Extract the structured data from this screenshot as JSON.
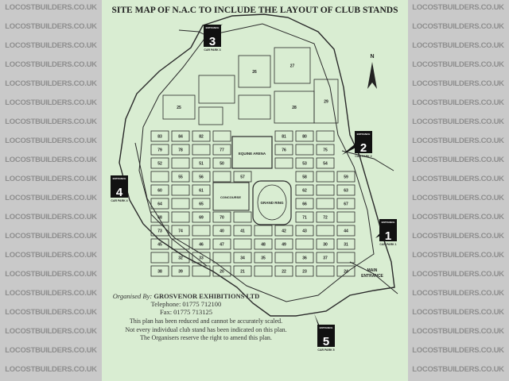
{
  "watermark": {
    "text": "LOCOSTBUILDERS.CO.UK",
    "color": "#8e8e8e"
  },
  "map": {
    "title": "SITE MAP OF N.A.C TO INCLUDE  THE LAYOUT OF CLUB STANDS",
    "paper_color": "#d9edd2",
    "line_color": "#2a2a2a",
    "north_label": "N",
    "areas": [
      "EQUINE ARENA",
      "GRAND RING",
      "CONCOURSE",
      "MAIN ENTRANCE"
    ],
    "entrances": [
      {
        "label": "ENTRANCE",
        "number": "1",
        "car_park": "CAR PARK 1"
      },
      {
        "label": "ENTRANCE",
        "number": "2",
        "car_park": "CAR PARK 2"
      },
      {
        "label": "ENTRANCE",
        "number": "3",
        "car_park": "CAR PARK 3"
      },
      {
        "label": "ENTRANCE",
        "number": "4",
        "car_park": "CAR PARK 4"
      },
      {
        "label": "ENTRANCE",
        "number": "5",
        "car_park": "CAR PARK 5"
      }
    ],
    "stands": [
      "83",
      "84",
      "82",
      "81",
      "80",
      "79",
      "78",
      "77",
      "76",
      "75",
      "52",
      "51",
      "50",
      "53",
      "54",
      "55",
      "56",
      "57",
      "58",
      "59",
      "60",
      "61",
      "62",
      "63",
      "64",
      "65",
      "66",
      "67",
      "68",
      "69",
      "70",
      "71",
      "72",
      "73",
      "74",
      "40",
      "41",
      "42",
      "43",
      "44",
      "45",
      "46",
      "47",
      "48",
      "49",
      "30",
      "31",
      "32",
      "33",
      "34",
      "35",
      "36",
      "37",
      "38",
      "39",
      "20",
      "21",
      "22",
      "23",
      "24",
      "25",
      "26",
      "27",
      "28",
      "29"
    ]
  },
  "organiser": {
    "prefix": "Organised By:",
    "name": "GROSVENOR EXHIBITIONS LTD",
    "telephone": "Telephone:  01775 712100",
    "fax": "Fax:  01775 713125"
  },
  "notes": [
    "This plan has been reduced and cannot be accurately scaled.",
    "Not every individual club stand has been indicated on this plan.",
    "The Organisers reserve the right to amend this plan."
  ]
}
